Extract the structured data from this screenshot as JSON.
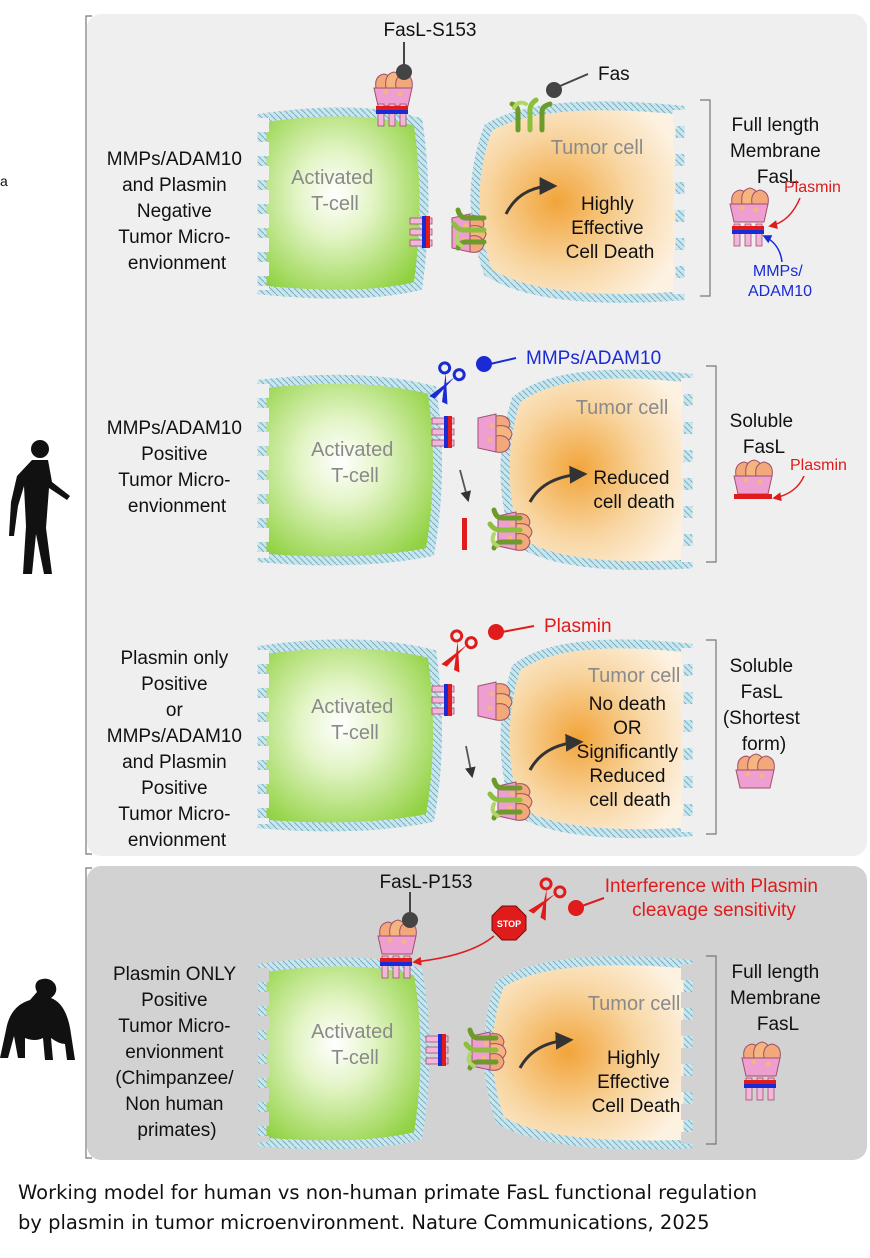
{
  "figure_letter": "a",
  "panels": [
    {
      "condition": [
        "MMPs/ADAM10",
        "and Plasmin",
        "Negative",
        "Tumor Micro-",
        "envionment"
      ],
      "tcell": [
        "Activated",
        "T-cell"
      ],
      "tumor": "Tumor cell",
      "outcome": [
        "Highly",
        "Effective",
        "Cell Death"
      ],
      "top_label": "FasL-S153",
      "fas_label": "Fas",
      "right": [
        "Full length",
        "Membrane",
        "FasL"
      ],
      "plasmin_label": "Plasmin",
      "mmp_label": [
        "MMPs/",
        "ADAM10"
      ]
    },
    {
      "condition": [
        "MMPs/ADAM10",
        "Positive",
        "Tumor Micro-",
        "envionment"
      ],
      "tcell": [
        "Activated",
        "T-cell"
      ],
      "tumor": "Tumor cell",
      "outcome": [
        "Reduced",
        "cell death"
      ],
      "scissor_label": "MMPs/ADAM10",
      "right": [
        "Soluble",
        "FasL"
      ],
      "plasmin_label": "Plasmin"
    },
    {
      "condition": [
        "Plasmin only",
        "Positive",
        "or",
        "MMPs/ADAM10",
        "and Plasmin",
        "Positive",
        "Tumor Micro-",
        "envionment"
      ],
      "tcell": [
        "Activated",
        "T-cell"
      ],
      "tumor": "Tumor cell",
      "outcome": [
        "No death",
        "OR",
        "Significantly",
        "Reduced",
        "cell death"
      ],
      "scissor_label": "Plasmin",
      "right": [
        "Soluble",
        "FasL",
        "(Shortest",
        "form)"
      ]
    },
    {
      "condition": [
        "Plasmin ONLY",
        "Positive",
        "Tumor Micro-",
        "envionment",
        "(Chimpanzee/",
        "Non human",
        "primates)"
      ],
      "tcell": [
        "Activated",
        "T-cell"
      ],
      "tumor": "Tumor cell",
      "outcome": [
        "Highly",
        "Effective",
        "Cell Death"
      ],
      "top_label": "FasL-P153",
      "stop_label": "STOP",
      "interference": [
        "Interference with Plasmin",
        "cleavage sensitivity"
      ],
      "right": [
        "Full length",
        "Membrane",
        "FasL"
      ]
    }
  ],
  "caption": [
    "Working model for human vs non-human primate FasL functional regulation",
    "by plasmin in tumor microenvironment. Nature Communications, 2025"
  ],
  "colors": {
    "panel_light": "#efefef",
    "panel_dark": "#d2d2d2",
    "plasmin": "#e01b1b",
    "mmp": "#1a2bd6"
  },
  "icons": [
    "human-silhouette-icon",
    "chimpanzee-silhouette-icon",
    "scissors-icon",
    "stop-sign-icon"
  ]
}
